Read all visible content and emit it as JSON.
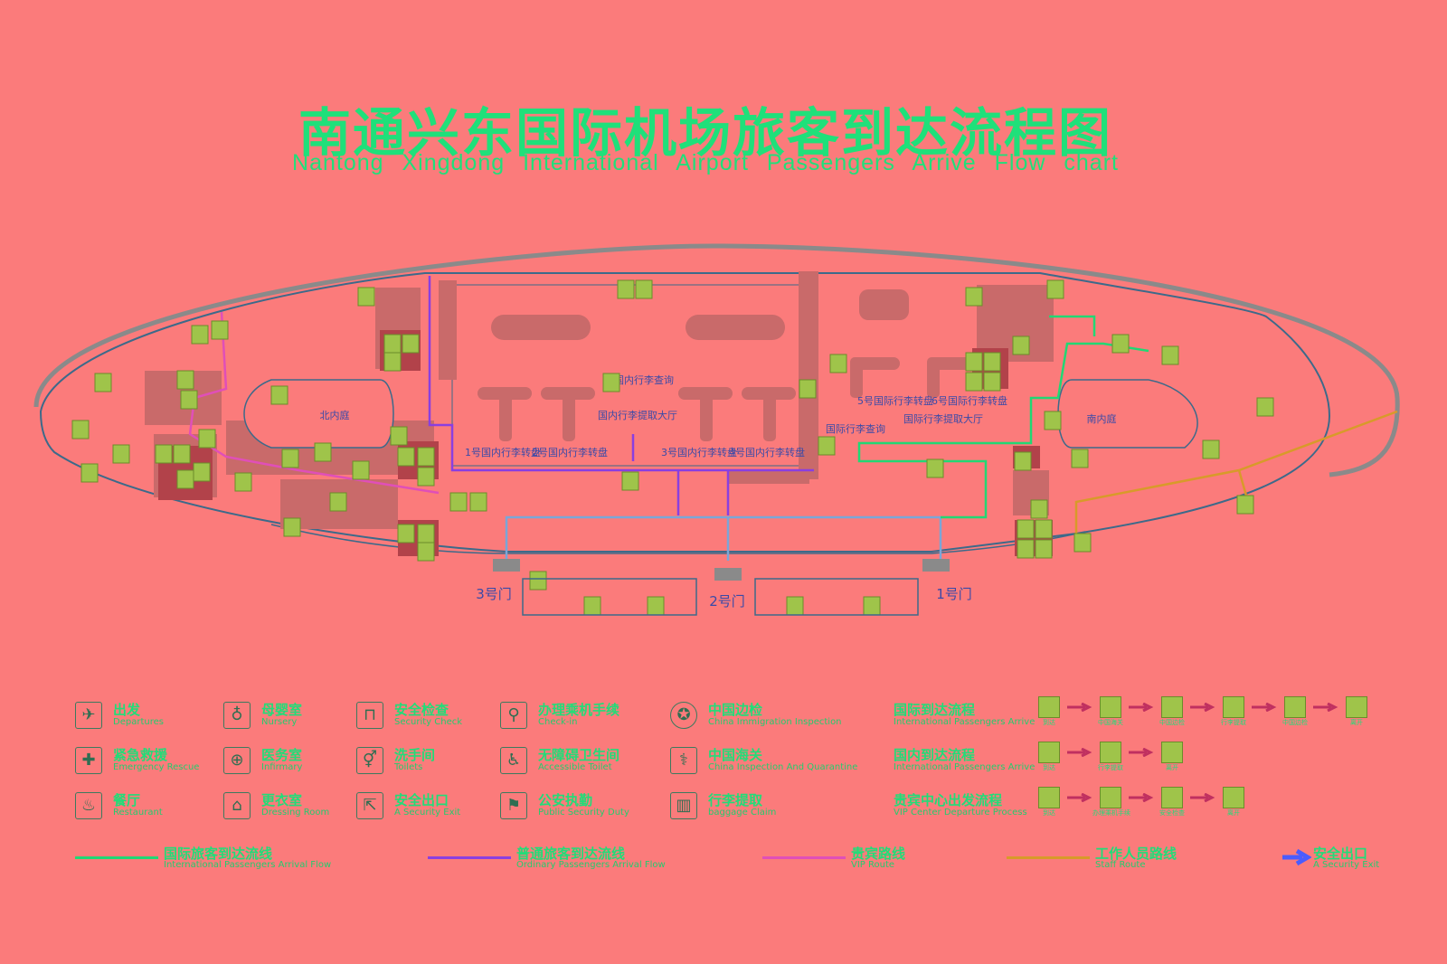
{
  "title": {
    "cn": "南通兴东国际机场旅客到达流程图",
    "en": "Nantong Xingdong International Airport Passengers Arrive Flow chart"
  },
  "map": {
    "courtyards": {
      "north": "北内庭",
      "south": "南内庭"
    },
    "halls": {
      "domestic": "国内行李提取大厅",
      "international": "国际行李提取大厅",
      "domestic_inquiry": "国内行李查询",
      "international_inquiry": "国际行李查询"
    },
    "carousels": {
      "c1": "1号国内行李转盘",
      "c2": "2号国内行李转盘",
      "c3": "3号国内行李转盘",
      "c4": "4号国内行李转盘",
      "c5": "5号国际行李转盘",
      "c6": "6号国际行李转盘"
    },
    "gates": {
      "g1": "1号门",
      "g2": "2号门",
      "g3": "3号门"
    }
  },
  "legend": {
    "departures": {
      "cn": "出发",
      "en": "Departures",
      "icon": "plane-departure-icon"
    },
    "nursery": {
      "cn": "母婴室",
      "en": "Nursery",
      "icon": "baby-icon"
    },
    "security": {
      "cn": "安全检查",
      "en": "Security Check",
      "icon": "security-gate-icon"
    },
    "checkin": {
      "cn": "办理乘机手续",
      "en": "Check-in",
      "icon": "checkin-icon"
    },
    "immigration": {
      "cn": "中国边检",
      "en": "China Immigration Inspection",
      "icon": "immigration-emblem-icon"
    },
    "emergency": {
      "cn": "紧急救援",
      "en": "Emergency Rescue",
      "icon": "medical-cross-icon"
    },
    "infirmary": {
      "cn": "医务室",
      "en": "Infirmary",
      "icon": "infirmary-icon"
    },
    "toilets": {
      "cn": "洗手间",
      "en": "Toilets",
      "icon": "toilet-icon"
    },
    "accessible": {
      "cn": "无障碍卫生间",
      "en": "Accessible Toilet",
      "icon": "wheelchair-icon"
    },
    "quarantine": {
      "cn": "中国海关",
      "en": "China Inspection And Quarantine",
      "icon": "customs-icon"
    },
    "restaurant": {
      "cn": "餐厅",
      "en": "Restaurant",
      "icon": "restaurant-icon"
    },
    "dressing": {
      "cn": "更衣室",
      "en": "Dressing Room",
      "icon": "dressing-room-icon"
    },
    "exit": {
      "cn": "安全出口",
      "en": "A Security Exit",
      "icon": "emergency-exit-icon"
    },
    "police": {
      "cn": "公安执勤",
      "en": "Public Security Duty",
      "icon": "police-icon"
    },
    "baggage": {
      "cn": "行李提取",
      "en": "baggage Claim",
      "icon": "baggage-claim-icon"
    }
  },
  "flows": {
    "international": {
      "cn": "国际到达流程",
      "en": "International Passengers Arrive",
      "steps": [
        "到达",
        "中国海关",
        "中国边检",
        "行李提取",
        "中国边检",
        "离开"
      ]
    },
    "domestic": {
      "cn": "国内到达流程",
      "en": "International Passengers Arrive",
      "steps": [
        "到达",
        "行李提取",
        "离开"
      ]
    },
    "vip": {
      "cn": "贵宾中心出发流程",
      "en": "VIP Center Departure Process",
      "steps": [
        "到达",
        "办理乘机手续",
        "安全检查",
        "离开"
      ]
    }
  },
  "lines": {
    "international": {
      "cn": "国际旅客到达流线",
      "en": "International Passengers Arrival Flow",
      "color": "#21d874"
    },
    "ordinary": {
      "cn": "普通旅客到达流线",
      "en": "Ordinary Passengers Arrival Flow",
      "color": "#8a3fe0"
    },
    "vip": {
      "cn": "贵宾路线",
      "en": "VIP Route",
      "color": "#e04fb8"
    },
    "staff": {
      "cn": "工作人员路线",
      "en": "Staff Route",
      "color": "#d89a2a"
    },
    "exit": {
      "cn": "安全出口",
      "en": "A Security Exit",
      "color": "#4a5cff"
    }
  }
}
